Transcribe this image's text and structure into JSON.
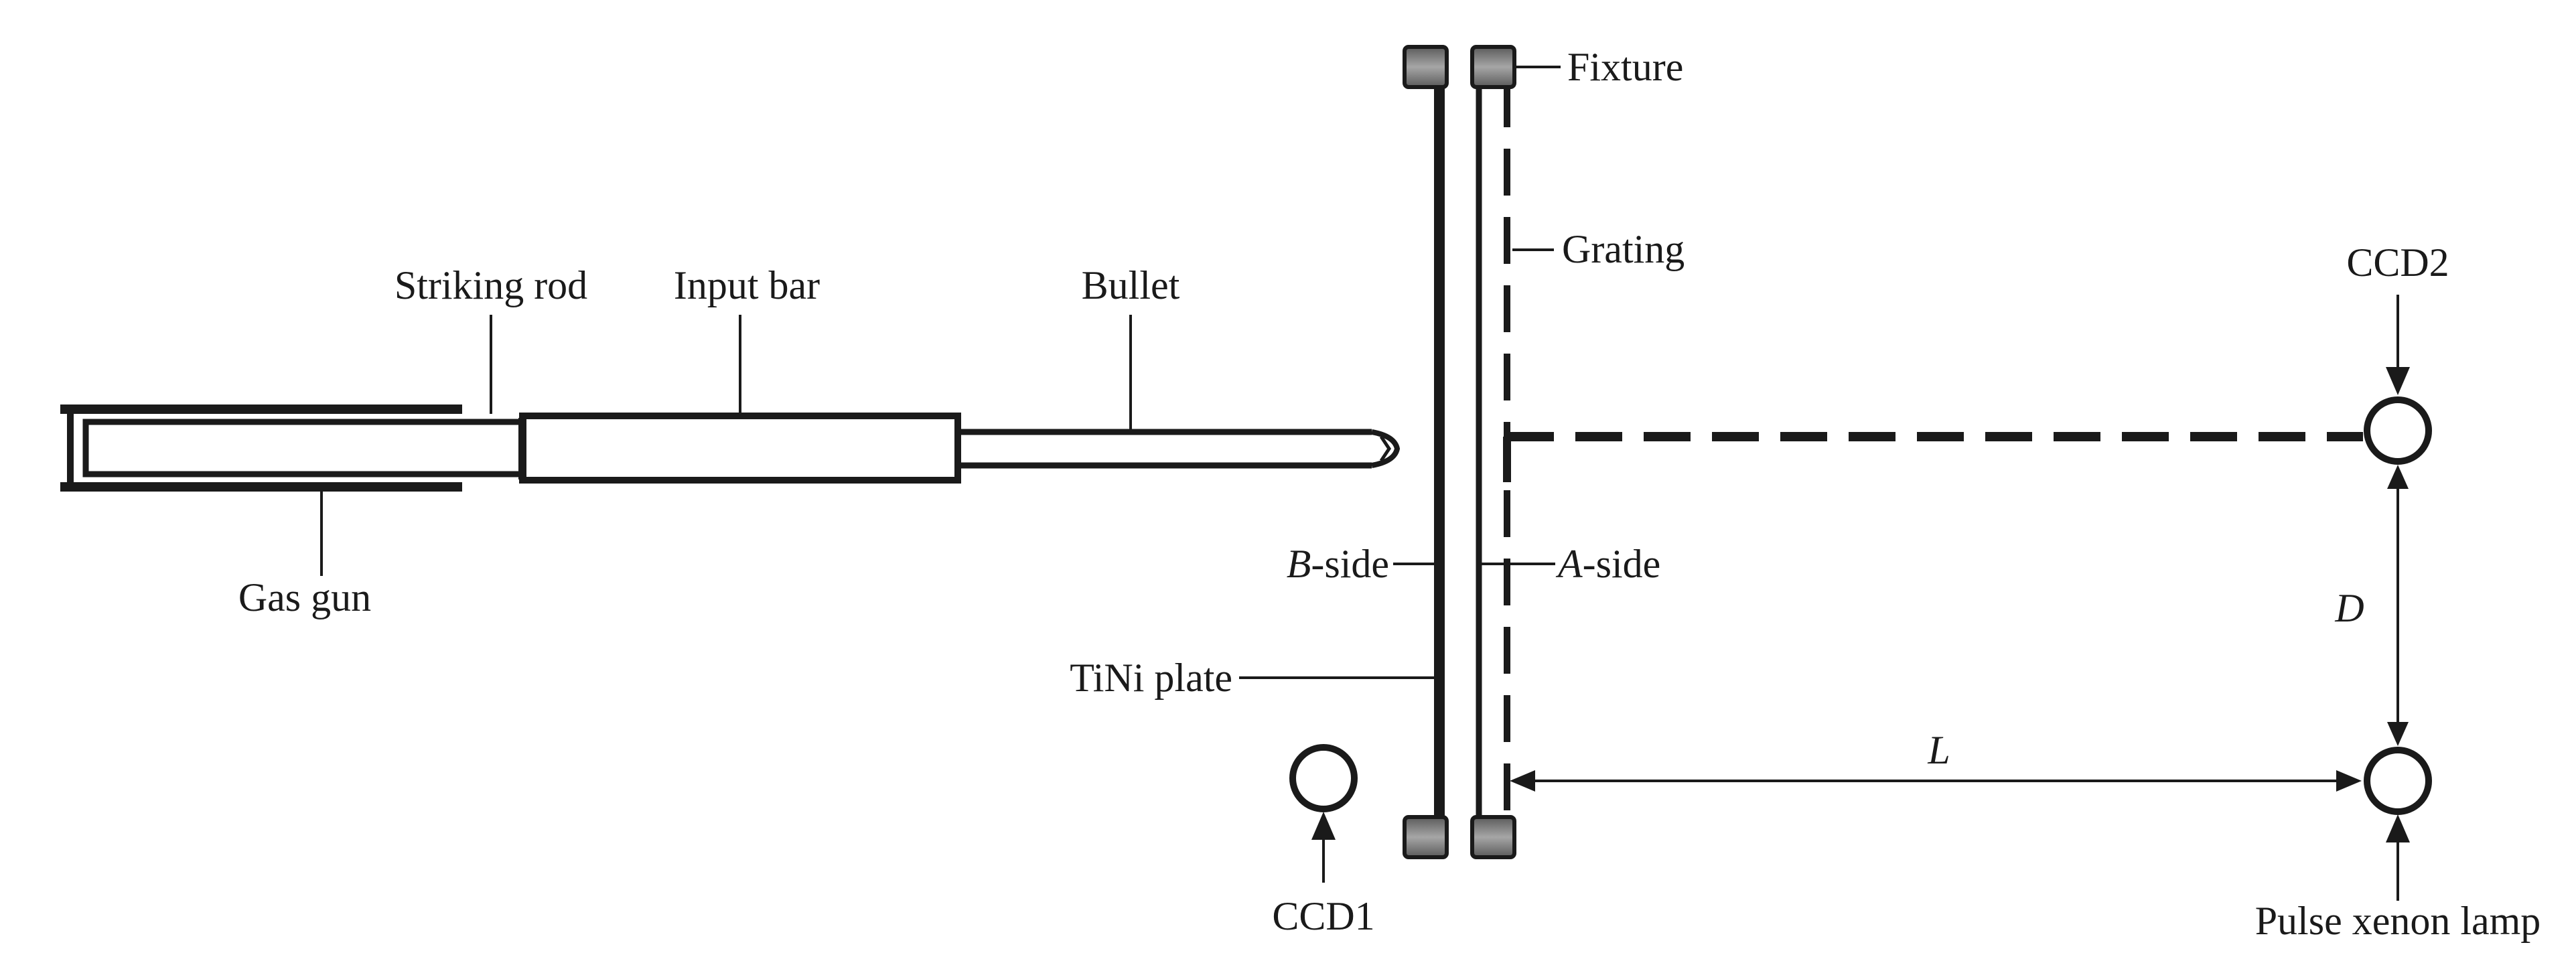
{
  "labels": {
    "striking_rod": "Striking rod",
    "input_bar": "Input bar",
    "bullet": "Bullet",
    "gas_gun": "Gas gun",
    "fixture": "Fixture",
    "grating": "Grating",
    "ccd2": "CCD2",
    "ccd1": "CCD1",
    "b_side_letter": "B",
    "a_side_letter": "A",
    "side_suffix": "-side",
    "tini_plate": "TiNi plate",
    "dim_d": "D",
    "dim_l": "L",
    "pulse_xenon_lamp": "Pulse xenon lamp"
  },
  "colors": {
    "ink": "#1a1a1a",
    "fixture_fill": "#8c8c8c",
    "background": "#ffffff"
  }
}
